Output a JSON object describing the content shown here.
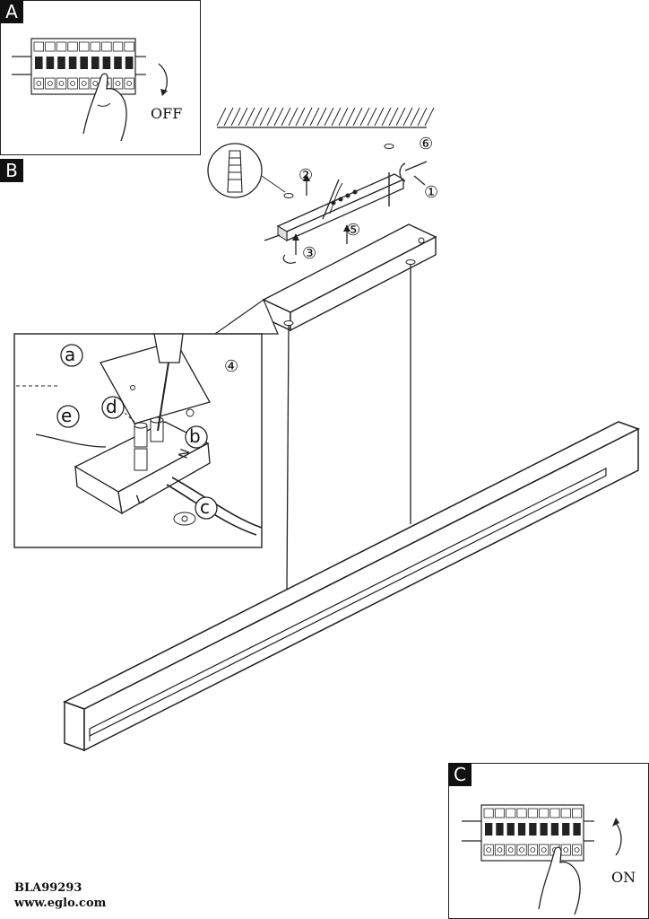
{
  "steps": {
    "a": {
      "badge": "A",
      "switch_state": "OFF"
    },
    "b": {
      "badge": "B"
    },
    "c": {
      "badge": "C",
      "switch_state": "ON"
    }
  },
  "callouts": {
    "mount_numbers": [
      "①",
      "②",
      "③",
      "⑤",
      "⑥"
    ],
    "detail_number": "④",
    "detail_letters": [
      "a",
      "b",
      "c",
      "d",
      "e"
    ]
  },
  "footer": {
    "code": "BLA99293",
    "website": "www.eglo.com"
  }
}
